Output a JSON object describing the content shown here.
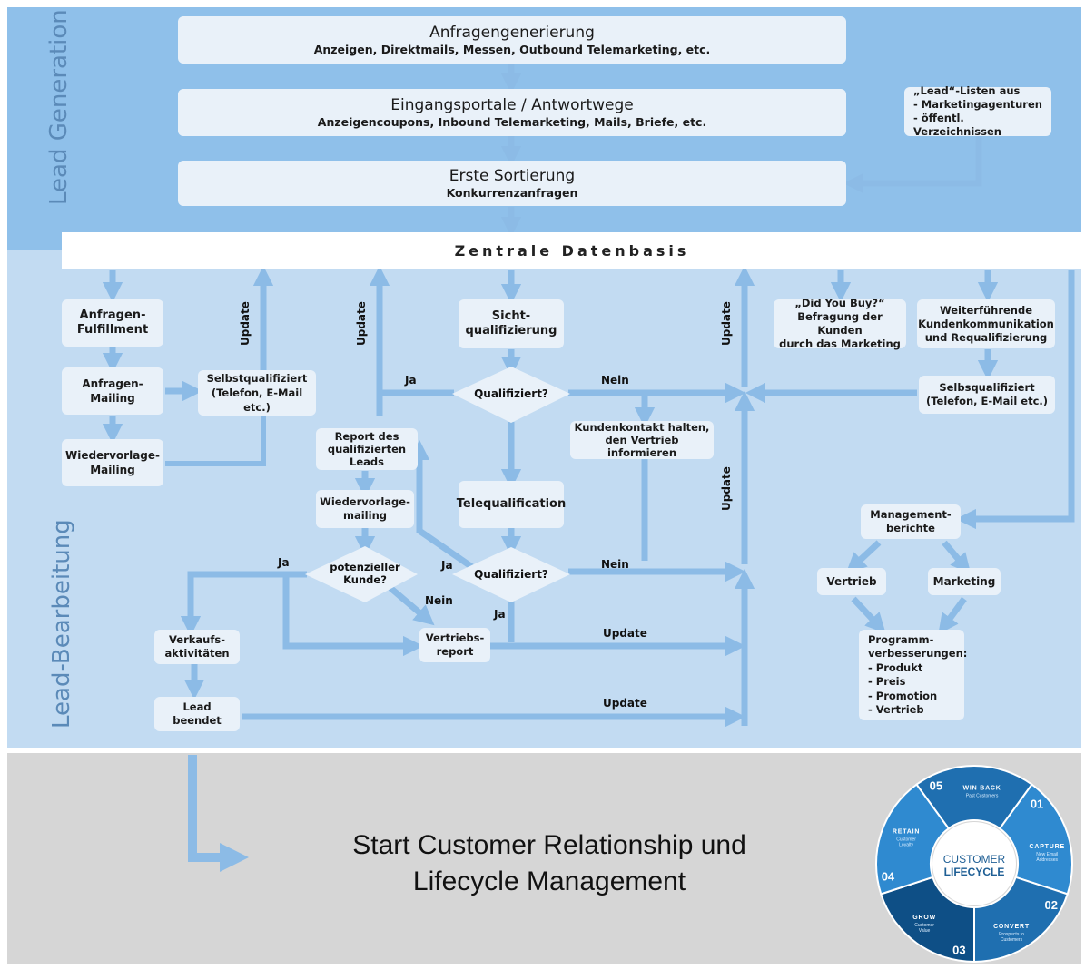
{
  "sections": {
    "lead_generation": "Lead Generation",
    "lead_processing": "Lead-Bearbeitung"
  },
  "top": {
    "box1": {
      "title": "Anfragengenerierung",
      "sub": "Anzeigen, Direktmails, Messen, Outbound Telemarketing, etc."
    },
    "box2": {
      "title": "Eingangsportale / Antwortwege",
      "sub": "Anzeigencoupons, Inbound Telemarketing, Mails, Briefe, etc."
    },
    "box3": {
      "title": "Erste Sortierung",
      "sub": "Konkurrenzanfragen"
    },
    "lists": {
      "l1": "„Lead“-Listen aus",
      "l2": "- Marketingagenturen",
      "l3": "- öffentl. Verzeichnissen"
    }
  },
  "central": "Zentrale Datenbasis",
  "nodes": {
    "fulfillment": [
      "Anfragen-",
      "Fulfillment"
    ],
    "mailing": [
      "Anfragen-",
      "Mailing"
    ],
    "wv_mailing": [
      "Wiedervorlage-",
      "Mailing"
    ],
    "selbst1": [
      "Selbstqualifiziert",
      "(Telefon, E-Mail etc.)"
    ],
    "sicht": [
      "Sicht-",
      "qualifizierung"
    ],
    "qual1": "Qualifiziert?",
    "report": [
      "Report des",
      "qualifizierten Leads"
    ],
    "kontakt": [
      "Kundenkontakt halten,",
      "den Vertrieb informieren"
    ],
    "wv_mailing2": [
      "Wiedervorlage-",
      "mailing"
    ],
    "tele": "Telequalification",
    "pot": [
      "potenzieller",
      "Kunde?"
    ],
    "qual2": "Qualifiziert?",
    "verkauf": [
      "Verkaufs-",
      "aktivitäten"
    ],
    "vreport": [
      "Vertriebs-",
      "report"
    ],
    "lead_end": [
      "Lead",
      "beendet"
    ],
    "didyoubuy": [
      "„Did You Buy?“",
      "Befragung der Kunden",
      "durch das Marketing"
    ],
    "weiter": [
      "Weiterführende",
      "Kundenkommunikation",
      "und Requalifizierung"
    ],
    "selbst2": [
      "Selbsqualifiziert",
      "(Telefon, E-Mail etc.)"
    ],
    "mgmt": [
      "Management-",
      "berichte"
    ],
    "vertrieb": "Vertrieb",
    "marketing": "Marketing",
    "programm": [
      "Programm-",
      "verbesserungen:",
      "- Produkt",
      "- Preis",
      "- Promotion",
      "- Vertrieb"
    ]
  },
  "labels": {
    "ja": "Ja",
    "nein": "Nein",
    "update": "Update"
  },
  "bottom": {
    "line1": "Start Customer Relationship und",
    "line2": "Lifecycle Management"
  },
  "lifecycle": {
    "center": [
      "CUSTOMER",
      "LIFECYCLE"
    ],
    "segments": [
      {
        "num": "01",
        "title": "CAPTURE",
        "sub": [
          "New Email",
          "Addresses"
        ]
      },
      {
        "num": "02",
        "title": "CONVERT",
        "sub": [
          "Prospects to",
          "Customers"
        ]
      },
      {
        "num": "03",
        "title": "GROW",
        "sub": [
          "Customer",
          "Value"
        ]
      },
      {
        "num": "04",
        "title": "RETAIN",
        "sub": [
          "Customer",
          "Loyalty"
        ]
      },
      {
        "num": "05",
        "title": "WIN BACK",
        "sub": [
          "Past Customers"
        ]
      }
    ],
    "colors": {
      "ring": "#1f6fb0",
      "dark": "#0e4f86",
      "light": "#2f8ad0"
    }
  },
  "colors": {
    "arrow": "#8cbbe6",
    "box": "#e9f1f9",
    "top_band": "#8fc0ea",
    "mid_band": "#c2dbf2",
    "bottom_band": "#d6d6d6"
  }
}
